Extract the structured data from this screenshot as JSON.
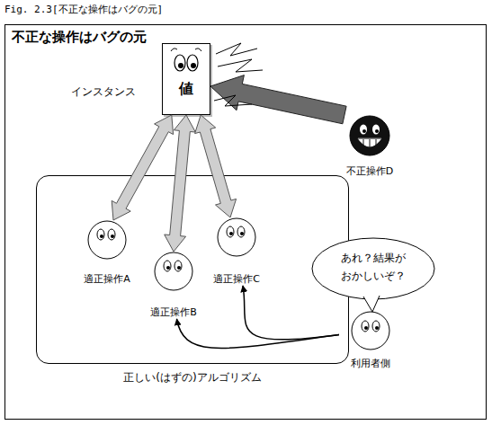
{
  "diagram": {
    "title": "不正な操作はバグの元",
    "caption": "Fig. 2.3[不正な操作はバグの元]",
    "nodes": [
      {
        "text": [
          "インスタンス",
          "値"
        ]
      },
      {
        "text": [
          "不正操作D"
        ]
      },
      {
        "text": [
          "正しい(はずの)アルゴリズム"
        ]
      },
      {
        "text": [
          "適正操作A"
        ],
        "in": 2
      },
      {
        "text": [
          "適正操作B"
        ],
        "in": 2
      },
      {
        "text": [
          "適正操作C"
        ],
        "in": 2
      },
      {
        "text": [
          "あれ？結果が おかしいぞ？"
        ]
      },
      {
        "text": [
          "利用者側"
        ]
      }
    ],
    "edges": [
      {
        "from": 1,
        "to": 0,
        "arrow": "to"
      },
      {
        "from": 3,
        "to": 0,
        "arrow": "both"
      },
      {
        "from": 4,
        "to": 0,
        "arrow": "both"
      },
      {
        "from": 5,
        "to": 0,
        "arrow": "both"
      },
      {
        "from": 7,
        "to": 4,
        "arrow": "to"
      },
      {
        "from": 7,
        "to": 5,
        "arrow": "to"
      }
    ]
  }
}
